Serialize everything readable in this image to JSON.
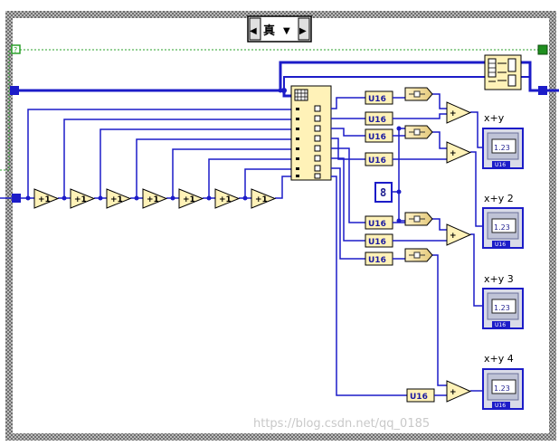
{
  "case_structure": {
    "selector_label": "真",
    "prev_arrow": "◀",
    "dropdown_arrow": "▼",
    "next_arrow": "▶",
    "terminal_label": "?"
  },
  "increments": [
    "+1",
    "+1",
    "+1",
    "+1",
    "+1",
    "+1",
    "+1"
  ],
  "conversions": [
    "U16",
    "U16",
    "U16",
    "U16",
    "U16",
    "U16",
    "U16",
    "U16"
  ],
  "constant": {
    "value": "8"
  },
  "indicators": [
    {
      "label": "x+y",
      "value": "1.23",
      "type": "U16"
    },
    {
      "label": "x+y 2",
      "value": "1.23",
      "type": "U16"
    },
    {
      "label": "x+y 3",
      "value": "1.23",
      "type": "U16"
    },
    {
      "label": "x+y 4",
      "value": "1.23",
      "type": "U16"
    }
  ],
  "watermark": "https://blog.csdn.net/qq_0185"
}
